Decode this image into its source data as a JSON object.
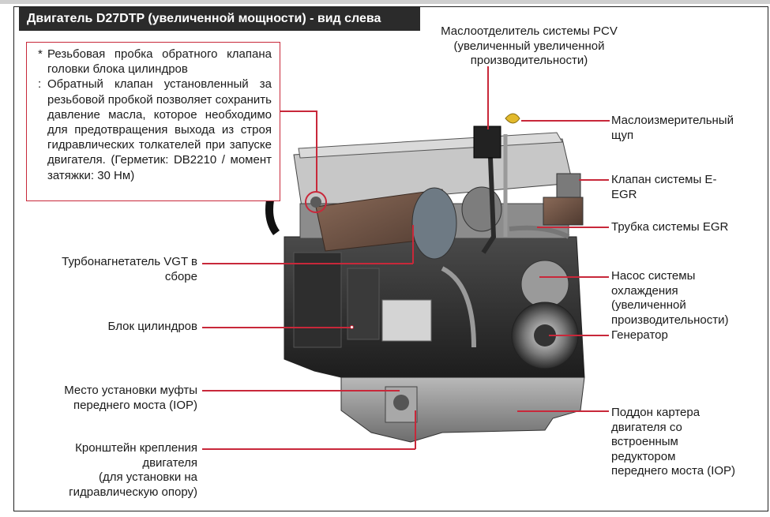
{
  "title": "Двигатель D27DTP (увеличенной мощности) - вид слева",
  "note": {
    "items": [
      {
        "mark": "*",
        "text": "Резьбовая пробка обратного клапана головки блока цилиндров"
      },
      {
        "mark": ":",
        "text": "Обратный клапан установленный за резьбовой пробкой позволяет сохранить давление масла, которое необходимо для предотвращения выхода из строя гидравлических толкателей при запуске двигателя. (Герметик: DB2210 / момент затяжки: 30 Нм)"
      }
    ]
  },
  "labels": {
    "pcv": [
      "Маслоотделитель системы PCV",
      "(увеличенный увеличенной",
      "производительности)"
    ],
    "dipstick": [
      "Маслоизмерительный",
      "щуп"
    ],
    "egr_valve": [
      "Клапан системы E-",
      "EGR"
    ],
    "egr_pipe": [
      "Трубка системы EGR"
    ],
    "turbo": [
      "Турбонагнетатель VGT в",
      "сборе"
    ],
    "pump": [
      "Насос системы",
      "охлаждения",
      "(увеличенной",
      "производительности)"
    ],
    "block": [
      "Блок цилиндров"
    ],
    "generator": [
      "Генератор"
    ],
    "clutch": [
      "Место установки муфты",
      "переднего моста (IOP)"
    ],
    "oilpan": [
      "Поддон картера",
      "двигателя со",
      "встроенным",
      "редуктором",
      "переднего моста (IOP)"
    ],
    "bracket": [
      "Кронштейн крепления",
      "двигателя",
      "(для установки на",
      "гидравлическую опору)"
    ]
  },
  "colors": {
    "accent": "#c8283a",
    "title_bg": "#2b2b2b"
  }
}
